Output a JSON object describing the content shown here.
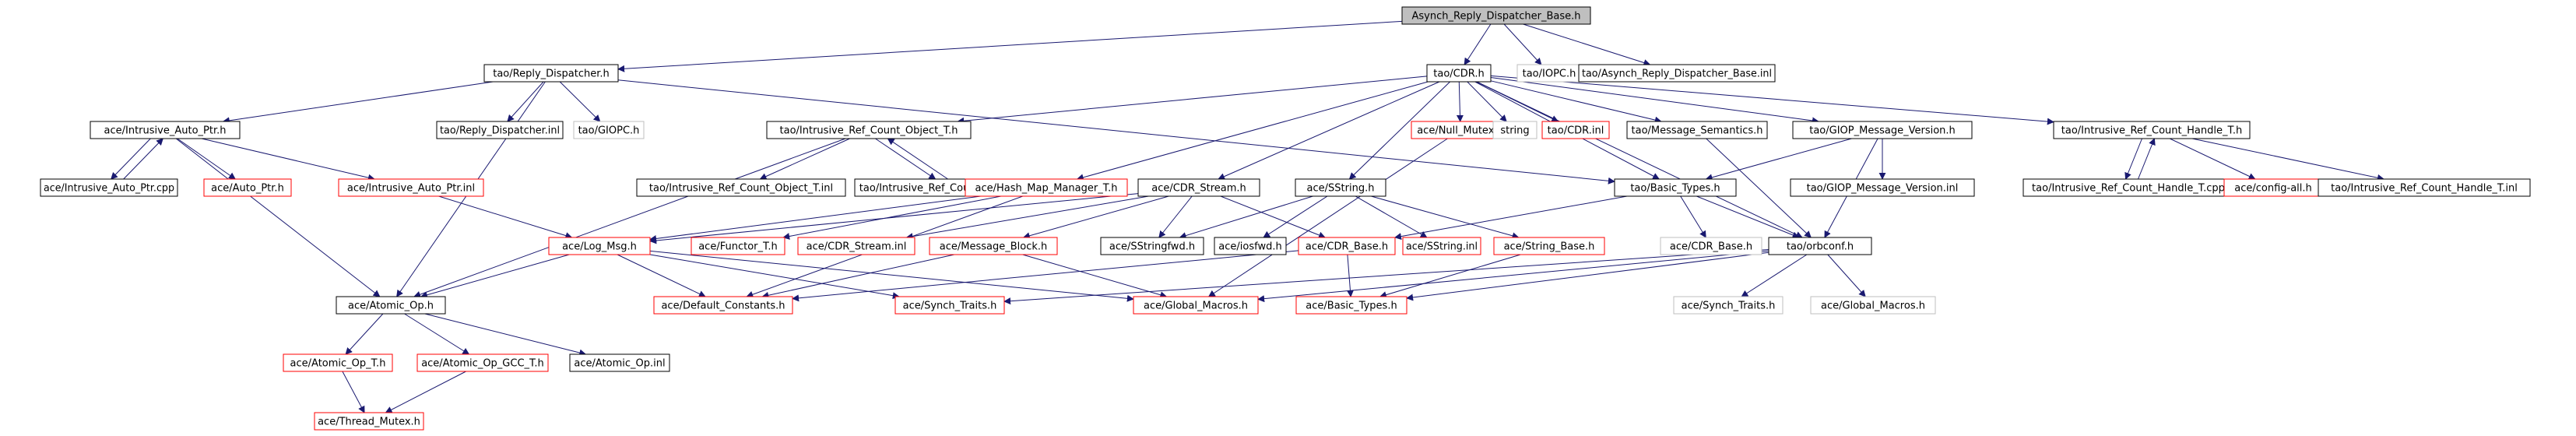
{
  "colors": {
    "normal_border": "#000000",
    "missing_border": "#ff0000",
    "system_border": "#bfbfbf",
    "root_fill": "#bfbfbf",
    "edge": "#191970",
    "text": "#000000"
  },
  "nodes": [
    {
      "id": "n0",
      "label": "Asynch_Reply_Dispatcher_Base.h",
      "style": "root"
    },
    {
      "id": "n1",
      "label": "tao/Reply_Dispatcher.h",
      "style": "normal"
    },
    {
      "id": "n2",
      "label": "tao/CDR.h",
      "style": "normal"
    },
    {
      "id": "n3",
      "label": "tao/IOPC.h",
      "style": "system"
    },
    {
      "id": "n4",
      "label": "tao/Asynch_Reply_Dispatcher_Base.inl",
      "style": "normal"
    },
    {
      "id": "n5",
      "label": "ace/Intrusive_Auto_Ptr.h",
      "style": "normal"
    },
    {
      "id": "n6",
      "label": "tao/Reply_Dispatcher.inl",
      "style": "normal"
    },
    {
      "id": "n7",
      "label": "tao/GIOPC.h",
      "style": "system"
    },
    {
      "id": "n8",
      "label": "tao/Intrusive_Ref_Count_Object_T.h",
      "style": "normal"
    },
    {
      "id": "n9",
      "label": "ace/Null_Mutex.h",
      "style": "missing"
    },
    {
      "id": "n10",
      "label": "string",
      "style": "system"
    },
    {
      "id": "n11",
      "label": "tao/CDR.inl",
      "style": "missing"
    },
    {
      "id": "n12",
      "label": "tao/Message_Semantics.h",
      "style": "normal"
    },
    {
      "id": "n13",
      "label": "tao/GIOP_Message_Version.h",
      "style": "normal"
    },
    {
      "id": "n14",
      "label": "tao/Intrusive_Ref_Count_Handle_T.h",
      "style": "normal"
    },
    {
      "id": "n15",
      "label": "ace/Intrusive_Auto_Ptr.cpp",
      "style": "normal"
    },
    {
      "id": "n16",
      "label": "ace/Auto_Ptr.h",
      "style": "missing"
    },
    {
      "id": "n17",
      "label": "ace/Intrusive_Auto_Ptr.inl",
      "style": "missing"
    },
    {
      "id": "n18",
      "label": "tao/Intrusive_Ref_Count_Object_T.inl",
      "style": "normal"
    },
    {
      "id": "n19",
      "label": "tao/Intrusive_Ref_Count_Object_T.cpp",
      "style": "normal"
    },
    {
      "id": "n20",
      "label": "ace/Hash_Map_Manager_T.h",
      "style": "missing"
    },
    {
      "id": "n21",
      "label": "ace/CDR_Stream.h",
      "style": "normal"
    },
    {
      "id": "n22",
      "label": "ace/SString.h",
      "style": "normal"
    },
    {
      "id": "n23",
      "label": "tao/Basic_Types.h",
      "style": "normal"
    },
    {
      "id": "n24",
      "label": "tao/GIOP_Message_Version.inl",
      "style": "normal"
    },
    {
      "id": "n25",
      "label": "tao/Intrusive_Ref_Count_Handle_T.cpp",
      "style": "normal"
    },
    {
      "id": "n26",
      "label": "ace/config-all.h",
      "style": "missing"
    },
    {
      "id": "n27",
      "label": "tao/Intrusive_Ref_Count_Handle_T.inl",
      "style": "normal"
    },
    {
      "id": "n28",
      "label": "ace/Log_Msg.h",
      "style": "missing"
    },
    {
      "id": "n29",
      "label": "ace/Functor_T.h",
      "style": "missing"
    },
    {
      "id": "n30",
      "label": "ace/CDR_Stream.inl",
      "style": "missing"
    },
    {
      "id": "n31",
      "label": "ace/Message_Block.h",
      "style": "missing"
    },
    {
      "id": "n32",
      "label": "ace/SStringfwd.h",
      "style": "normal"
    },
    {
      "id": "n33",
      "label": "ace/iosfwd.h",
      "style": "normal"
    },
    {
      "id": "n34",
      "label": "ace/CDR_Base.h",
      "style": "missing"
    },
    {
      "id": "n35",
      "label": "ace/SString.inl",
      "style": "missing"
    },
    {
      "id": "n36",
      "label": "ace/String_Base.h",
      "style": "missing"
    },
    {
      "id": "n37",
      "label": "ace/CDR_Base.h",
      "style": "system"
    },
    {
      "id": "n38",
      "label": "tao/orbconf.h",
      "style": "normal"
    },
    {
      "id": "n39",
      "label": "ace/Atomic_Op.h",
      "style": "normal"
    },
    {
      "id": "n40",
      "label": "ace/Default_Constants.h",
      "style": "missing"
    },
    {
      "id": "n41",
      "label": "ace/Synch_Traits.h",
      "style": "missing"
    },
    {
      "id": "n42",
      "label": "ace/Global_Macros.h",
      "style": "missing"
    },
    {
      "id": "n43",
      "label": "ace/Basic_Types.h",
      "style": "missing"
    },
    {
      "id": "n44",
      "label": "ace/Synch_Traits.h",
      "style": "system"
    },
    {
      "id": "n45",
      "label": "ace/Global_Macros.h",
      "style": "system"
    },
    {
      "id": "n46",
      "label": "ace/Atomic_Op_T.h",
      "style": "missing"
    },
    {
      "id": "n47",
      "label": "ace/Atomic_Op_GCC_T.h",
      "style": "missing"
    },
    {
      "id": "n48",
      "label": "ace/Atomic_Op.inl",
      "style": "normal"
    },
    {
      "id": "n49",
      "label": "ace/Thread_Mutex.h",
      "style": "missing"
    }
  ]
}
